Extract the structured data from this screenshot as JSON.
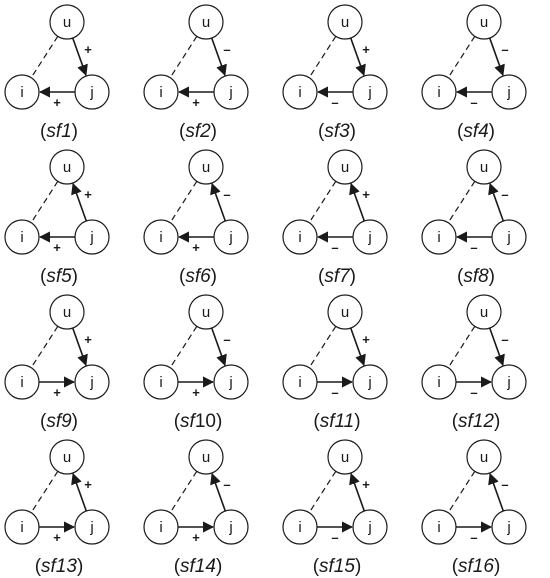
{
  "figure": {
    "node_labels": {
      "u": "u",
      "i": "i",
      "j": "j"
    },
    "panels": [
      {
        "caption_italic": "sf1",
        "caption_upright": "",
        "uj_sign": "+",
        "uj_dir": "u->j",
        "ij_sign": "+",
        "ij_dir": "j->i"
      },
      {
        "caption_italic": "sf2",
        "caption_upright": "",
        "uj_sign": "–",
        "uj_dir": "u->j",
        "ij_sign": "+",
        "ij_dir": "j->i"
      },
      {
        "caption_italic": "sf3",
        "caption_upright": "",
        "uj_sign": "+",
        "uj_dir": "u->j",
        "ij_sign": "–",
        "ij_dir": "j->i"
      },
      {
        "caption_italic": "sf4",
        "caption_upright": "",
        "uj_sign": "–",
        "uj_dir": "u->j",
        "ij_sign": "–",
        "ij_dir": "j->i"
      },
      {
        "caption_italic": "sf5",
        "caption_upright": "",
        "uj_sign": "+",
        "uj_dir": "j->u",
        "ij_sign": "+",
        "ij_dir": "j->i"
      },
      {
        "caption_italic": "sf6",
        "caption_upright": "",
        "uj_sign": "–",
        "uj_dir": "j->u",
        "ij_sign": "+",
        "ij_dir": "j->i"
      },
      {
        "caption_italic": "sf7",
        "caption_upright": "",
        "uj_sign": "+",
        "uj_dir": "j->u",
        "ij_sign": "–",
        "ij_dir": "j->i"
      },
      {
        "caption_italic": "sf8",
        "caption_upright": "",
        "uj_sign": "–",
        "uj_dir": "j->u",
        "ij_sign": "–",
        "ij_dir": "j->i"
      },
      {
        "caption_italic": "sf9",
        "caption_upright": "",
        "uj_sign": "+",
        "uj_dir": "u->j",
        "ij_sign": "+",
        "ij_dir": "i->j"
      },
      {
        "caption_italic": "sf",
        "caption_upright": "10",
        "uj_sign": "–",
        "uj_dir": "u->j",
        "ij_sign": "+",
        "ij_dir": "i->j"
      },
      {
        "caption_italic": "sf11",
        "caption_upright": "",
        "uj_sign": "+",
        "uj_dir": "u->j",
        "ij_sign": "–",
        "ij_dir": "i->j"
      },
      {
        "caption_italic": "sf12",
        "caption_upright": "",
        "uj_sign": "–",
        "uj_dir": "u->j",
        "ij_sign": "–",
        "ij_dir": "i->j"
      },
      {
        "caption_italic": "sf13",
        "caption_upright": "",
        "uj_sign": "+",
        "uj_dir": "j->u",
        "ij_sign": "+",
        "ij_dir": "i->j"
      },
      {
        "caption_italic": "sf14",
        "caption_upright": "",
        "uj_sign": "–",
        "uj_dir": "j->u",
        "ij_sign": "+",
        "ij_dir": "i->j"
      },
      {
        "caption_italic": "sf15",
        "caption_upright": "",
        "uj_sign": "+",
        "uj_dir": "j->u",
        "ij_sign": "–",
        "ij_dir": "i->j"
      },
      {
        "caption_italic": "sf16",
        "caption_upright": "",
        "uj_sign": "–",
        "uj_dir": "j->u",
        "ij_sign": "–",
        "ij_dir": "i->j"
      }
    ]
  }
}
